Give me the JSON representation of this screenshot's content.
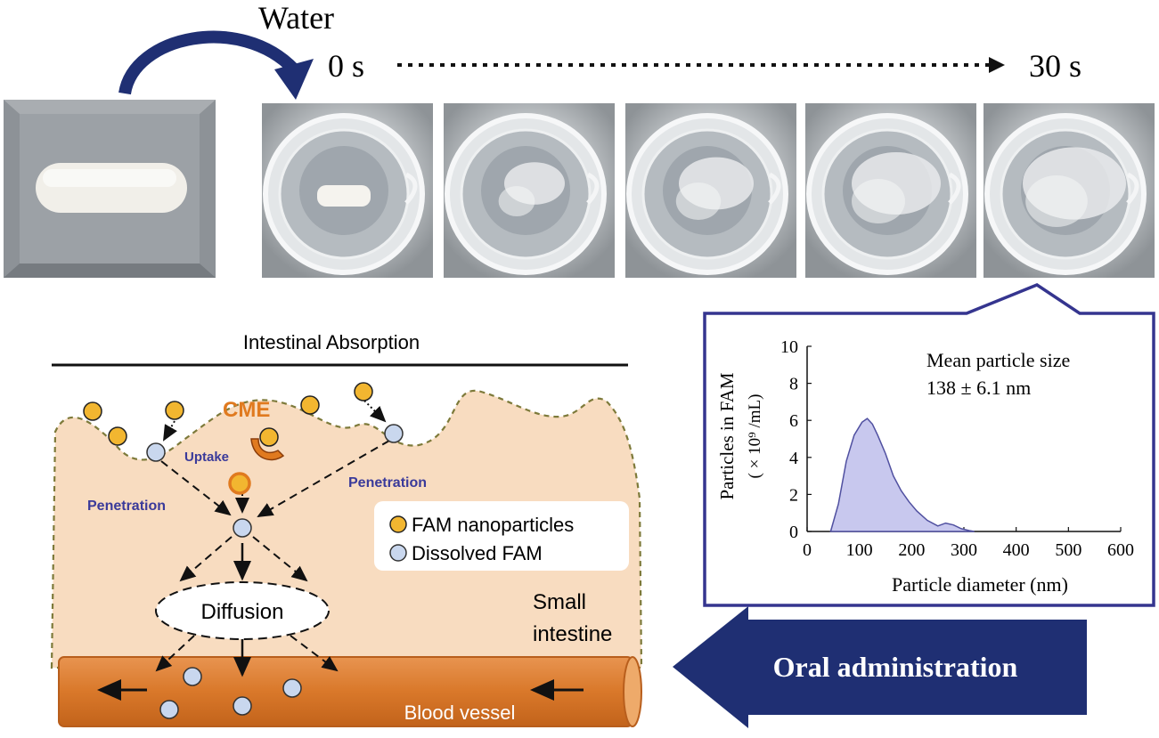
{
  "top": {
    "water_label": "Water",
    "time_start": "0 s",
    "time_end": "30 s"
  },
  "absorption": {
    "title": "Intestinal Absorption",
    "cme_label": "CME",
    "uptake_label": "Uptake",
    "penetration_left": "Penetration",
    "penetration_right": "Penetration",
    "legend": {
      "nanoparticles": "FAM nanoparticles",
      "dissolved": "Dissolved FAM"
    },
    "diffusion_label": "Diffusion",
    "small_intestine_line1": "Small",
    "small_intestine_line2": "intestine",
    "blood_vessel_label": "Blood vessel"
  },
  "oral_arrow": {
    "label": "Oral administration"
  },
  "colors": {
    "navy": "#1f2f73",
    "tissue": "#f8dcc0",
    "vessel": "#d9782a",
    "nanoparticle": "#f2b630",
    "dissolved": "#c9d7ee",
    "cme": "#e07a1f",
    "blue_text": "#3a3a9a",
    "curve_fill": "#c8c8ee"
  },
  "chart_data": {
    "type": "area",
    "xlabel": "Particle diameter (nm)",
    "ylabel_line1": "Particles in FAM",
    "ylabel_line2": "( × 10⁹ /mL)",
    "xlim": [
      0,
      600
    ],
    "ylim": [
      0,
      10
    ],
    "x_ticks": [
      0,
      100,
      200,
      300,
      400,
      500,
      600
    ],
    "y_ticks": [
      0,
      2,
      4,
      6,
      8,
      10
    ],
    "annotation_line1": "Mean particle size",
    "annotation_line2": "138 ± 6.1 nm",
    "series": [
      {
        "x": [
          45,
          60,
          75,
          90,
          105,
          115,
          125,
          135,
          150,
          165,
          180,
          195,
          210,
          230,
          250,
          265,
          280,
          295,
          310,
          320
        ],
        "values": [
          0,
          1.5,
          3.8,
          5.2,
          5.9,
          6.1,
          5.8,
          5.2,
          4.2,
          3.0,
          2.2,
          1.6,
          1.1,
          0.6,
          0.3,
          0.45,
          0.35,
          0.15,
          0.05,
          0
        ]
      }
    ]
  }
}
